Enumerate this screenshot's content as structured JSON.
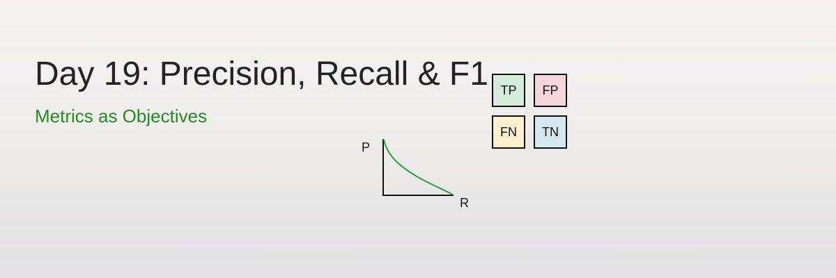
{
  "header": {
    "title": "Day 19: Precision, Recall & F1",
    "subtitle": "Metrics as Objectives"
  },
  "confusion_matrix": {
    "cells": [
      {
        "label": "TP",
        "color": "#d5ebdb"
      },
      {
        "label": "FP",
        "color": "#f6d6dc"
      },
      {
        "label": "FN",
        "color": "#fdf0cf"
      },
      {
        "label": "TN",
        "color": "#d3e9ef"
      }
    ]
  },
  "pr_curve": {
    "y_label": "P",
    "x_label": "R",
    "curve_color": "#2aa43a",
    "axis_color": "#111111"
  },
  "colors": {
    "title": "#222222",
    "subtitle": "#228b22"
  }
}
